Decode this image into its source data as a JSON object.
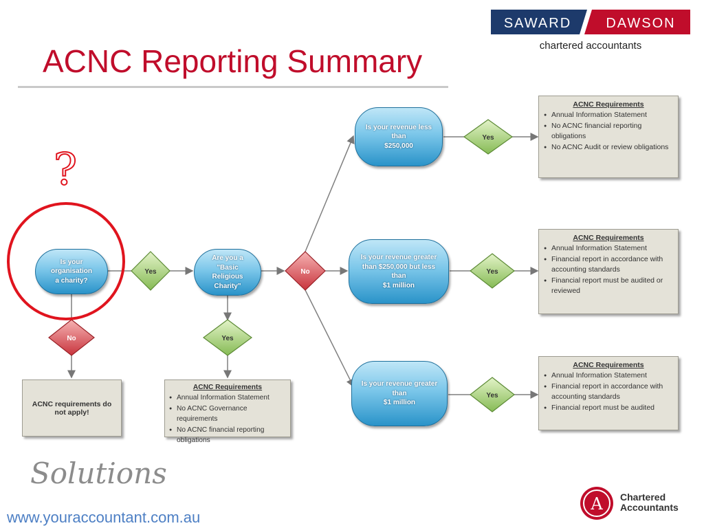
{
  "title": "ACNC Reporting Summary",
  "logo": {
    "left": "SAWARD",
    "right": "DAWSON",
    "subtitle": "chartered accountants",
    "left_color": "#1d3a6b",
    "right_color": "#c00d2b"
  },
  "question_mark": "?",
  "nodes": {
    "charity": "Is your organisation\na charity?",
    "religious": "Are you a \"Basic\nReligious Charity\"",
    "rev_low": "Is your revenue less than\n$250,000",
    "rev_mid": "Is your revenue greater\nthan $250,000 but less\nthan\n$1 million",
    "rev_high": "Is your revenue greater\nthan\n$1 million"
  },
  "decisions": {
    "yes": "Yes",
    "no": "No"
  },
  "boxes": {
    "not_apply": "ACNC requirements do not apply!",
    "religious_req": {
      "heading": "ACNC Requirements",
      "items": [
        "Annual Information Statement",
        "No ACNC Governance requirements",
        "No ACNC financial reporting obligations"
      ]
    },
    "low_req": {
      "heading": "ACNC Requirements",
      "items": [
        "Annual Information Statement",
        "No ACNC financial reporting obligations",
        "No ACNC Audit or review obligations"
      ]
    },
    "mid_req": {
      "heading": "ACNC Requirements",
      "items": [
        "Annual Information Statement",
        "Financial report in accordance with accounting standards",
        "Financial report must be audited or reviewed"
      ]
    },
    "high_req": {
      "heading": "ACNC Requirements",
      "items": [
        "Annual Information Statement",
        "Financial report in accordance with accounting standards",
        "Financial report must be audited"
      ]
    }
  },
  "footer": {
    "solutions": "Solutions",
    "url": "www.youraccountant.com.au",
    "badge_letter": "A",
    "ca_line1": "Chartered",
    "ca_line2": "Accountants"
  },
  "colors": {
    "title": "#c00d2b",
    "pill": "#3aa3d6",
    "yes": "#9cc96a",
    "no": "#d9474e",
    "box": "#e4e2d8",
    "highlight": "#e0141e"
  }
}
